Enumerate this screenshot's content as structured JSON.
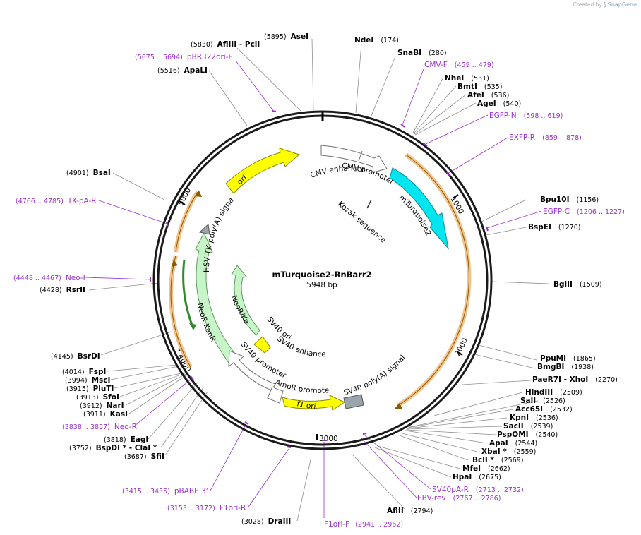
{
  "watermark": {
    "created_by": "Created by",
    "brand": "SnapGene"
  },
  "plasmid": {
    "name": "mTurquoise2-RnBarr2",
    "size_label": "5948 bp",
    "length": 5948
  },
  "ticks": [
    "1000",
    "2000",
    "3000",
    "4000",
    "5000"
  ],
  "colors": {
    "cyan": "#00e5f0",
    "yellow": "#ffff00",
    "green": "#c8f5c8",
    "white": "#ffffff",
    "primer": "#9c2fd0",
    "orange": "#f2c28a",
    "orange_core": "#8a5a00",
    "grey": "#999999"
  },
  "sites": [
    {
      "id": "asei",
      "name": "AseI",
      "pos": "(5895)"
    },
    {
      "id": "afliii-pcii",
      "name": "AflIII  - PciI",
      "pos": "(5830)"
    },
    {
      "id": "apali",
      "name": "ApaLI",
      "pos": "(5516)"
    },
    {
      "id": "ndei",
      "name": "NdeI",
      "pos": "(174)"
    },
    {
      "id": "snabi",
      "name": "SnaBI",
      "pos": "(280)"
    },
    {
      "id": "nhei",
      "name": "NheI",
      "pos": "(531)"
    },
    {
      "id": "bmti",
      "name": "BmtI",
      "pos": "(535)"
    },
    {
      "id": "afei",
      "name": "AfeI",
      "pos": "(536)"
    },
    {
      "id": "agei",
      "name": "AgeI",
      "pos": "(540)"
    },
    {
      "id": "bpu10i",
      "name": "Bpu10I",
      "pos": "(1156)"
    },
    {
      "id": "bspei",
      "name": "BspEI",
      "pos": "(1270)"
    },
    {
      "id": "bglii",
      "name": "BglII",
      "pos": "(1509)"
    },
    {
      "id": "ppumi",
      "name": "PpuMI",
      "pos": "(1865)"
    },
    {
      "id": "bmgbi",
      "name": "BmgBI",
      "pos": "(1938)"
    },
    {
      "id": "pae-xhoi",
      "name": "PaeR7I  - XhoI",
      "pos": "(2270)"
    },
    {
      "id": "hindiii",
      "name": "HindIII",
      "pos": "(2509)"
    },
    {
      "id": "sali",
      "name": "SalI",
      "pos": "(2526)"
    },
    {
      "id": "acc65i",
      "name": "Acc65I",
      "pos": "(2532)"
    },
    {
      "id": "kpni",
      "name": "KpnI",
      "pos": "(2536)"
    },
    {
      "id": "sacii",
      "name": "SacII",
      "pos": "(2539)"
    },
    {
      "id": "pspomi",
      "name": "PspOMI",
      "pos": "(2540)"
    },
    {
      "id": "apai",
      "name": "ApaI",
      "pos": "(2544)"
    },
    {
      "id": "xbai",
      "name": "XbaI *",
      "pos": "(2559)"
    },
    {
      "id": "bcli",
      "name": "BclI *",
      "pos": "(2569)"
    },
    {
      "id": "mfei",
      "name": "MfeI",
      "pos": "(2662)"
    },
    {
      "id": "hpai",
      "name": "HpaI",
      "pos": "(2675)"
    },
    {
      "id": "aflii",
      "name": "AflII",
      "pos": "(2794)"
    },
    {
      "id": "draiii",
      "name": "DraIII",
      "pos": "(3028)"
    },
    {
      "id": "sfii",
      "name": "SfiI",
      "pos": "(3687)"
    },
    {
      "id": "bspdi-clai",
      "name": "BspDI *  - ClaI *",
      "pos": "(3752)"
    },
    {
      "id": "eagi",
      "name": "EagI",
      "pos": "(3818)"
    },
    {
      "id": "kasi",
      "name": "KasI",
      "pos": "(3911)"
    },
    {
      "id": "nari",
      "name": "NarI",
      "pos": "(3912)"
    },
    {
      "id": "sfoi",
      "name": "SfoI",
      "pos": "(3913)"
    },
    {
      "id": "pluti",
      "name": "PluTI",
      "pos": "(3915)"
    },
    {
      "id": "msci",
      "name": "MscI",
      "pos": "(3994)"
    },
    {
      "id": "fspi",
      "name": "FspI",
      "pos": "(4014)"
    },
    {
      "id": "bsrdi",
      "name": "BsrDI",
      "pos": "(4145)"
    },
    {
      "id": "rsrii",
      "name": "RsrII",
      "pos": "(4428)"
    },
    {
      "id": "bsai",
      "name": "BsaI",
      "pos": "(4901)"
    }
  ],
  "primers": [
    {
      "id": "pbr322ori-f",
      "name": "pBR322ori-F",
      "pos": "(5675 .. 5694)"
    },
    {
      "id": "cmv-f",
      "name": "CMV-F",
      "pos": "(459 .. 479)"
    },
    {
      "id": "egfp-n",
      "name": "EGFP-N",
      "pos": "(598 .. 619)"
    },
    {
      "id": "exfp-r",
      "name": "EXFP-R",
      "pos": "(859 .. 878)"
    },
    {
      "id": "egfp-c",
      "name": "EGFP-C",
      "pos": "(1206 .. 1227)"
    },
    {
      "id": "tk-pa-r",
      "name": "TK-pA-R",
      "pos": "(4766 .. 4785)"
    },
    {
      "id": "neo-f",
      "name": "Neo-F",
      "pos": "(4448 .. 4467)"
    },
    {
      "id": "neo-r",
      "name": "Neo-R",
      "pos": "(3838 .. 3857)"
    },
    {
      "id": "pbabe3",
      "name": "pBABE 3'",
      "pos": "(3415 .. 3435)"
    },
    {
      "id": "f1ori-r",
      "name": "F1ori-R",
      "pos": "(3153 .. 3172)"
    },
    {
      "id": "f1ori-f",
      "name": "F1ori-F",
      "pos": "(2941 .. 2962)"
    },
    {
      "id": "sv40pa-r",
      "name": "SV40pA-R",
      "pos": "(2713 .. 2732)"
    },
    {
      "id": "ebv-rev",
      "name": "EBV-rev",
      "pos": "(2767 .. 2786)"
    }
  ],
  "features": [
    {
      "id": "cmv-enhancer",
      "name": "CMV enhancer"
    },
    {
      "id": "cmv-promoter",
      "name": "CMV promoter"
    },
    {
      "id": "kozak",
      "name": "Kozak sequence"
    },
    {
      "id": "mturquoise2",
      "name": "mTurquoise2"
    },
    {
      "id": "ori",
      "name": "ori"
    },
    {
      "id": "hsv-tk",
      "name": "HSV TK poly(A) signal"
    },
    {
      "id": "neor-inner",
      "name": "NeoR/KanR"
    },
    {
      "id": "neor-outer",
      "name": "NeoR/KanR"
    },
    {
      "id": "sv40-ori",
      "name": "SV40 ori"
    },
    {
      "id": "sv40-enhancer",
      "name": "SV40 enhancer"
    },
    {
      "id": "sv40-promoter",
      "name": "SV40 promoter"
    },
    {
      "id": "ampr-promoter",
      "name": "AmpR promoter"
    },
    {
      "id": "f1-ori",
      "name": "f1 ori"
    },
    {
      "id": "sv40-polya",
      "name": "SV40 poly(A) signal"
    }
  ]
}
